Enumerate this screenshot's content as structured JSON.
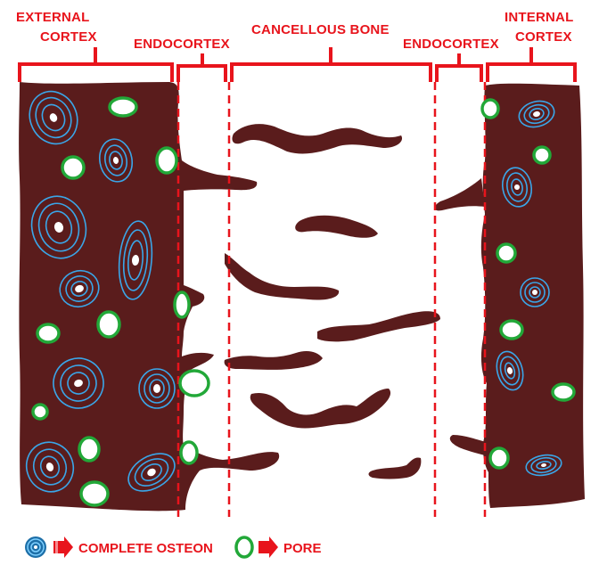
{
  "labels": {
    "external_cortex_line1": "EXTERNAL",
    "external_cortex_line2": "CORTEX",
    "endocortex_left": "ENDOCORTEX",
    "cancellous_bone": "CANCELLOUS BONE",
    "endocortex_right": "ENDOCORTEX",
    "internal_cortex_line1": "INTERNAL",
    "internal_cortex_line2": "CORTEX"
  },
  "legend": {
    "osteon_label": "COMPLETE OSTEON",
    "pore_label": "PORE"
  },
  "colors": {
    "bone": "#5a1c1c",
    "label_red": "#e8141c",
    "osteon_blue": "#3aa6e8",
    "pore_green": "#22a838"
  }
}
